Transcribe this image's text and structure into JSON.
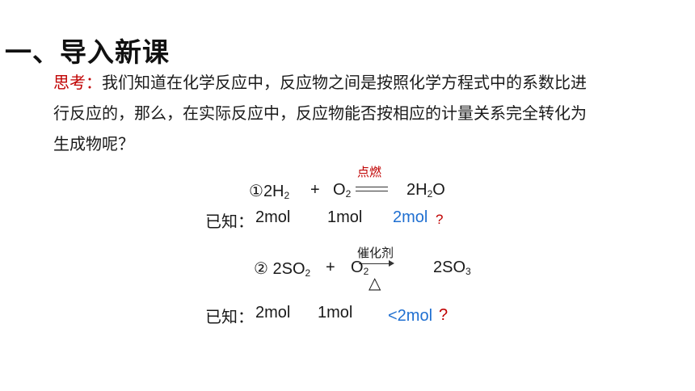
{
  "title": "一、导入新课",
  "question": {
    "label": "思考：",
    "line1": "我们知道在化学反应中，反应物之间是按照化学方程式中的系数比进",
    "line2": "行反应的，那么，在实际反应中，反应物能否按相应的计量关系完全转化为",
    "line3": "生成物呢？"
  },
  "reaction1": {
    "condition": "点燃",
    "num": "①",
    "r1_coef": "2H",
    "r1_sub": "2",
    "plus": "+",
    "r2": "O",
    "r2_sub": "2",
    "p_pre": "2H",
    "p_sub": "2",
    "p_post": "O",
    "known_label": "已知：",
    "amt1": "2mol",
    "amt2": "1mol",
    "amt3": "2mol",
    "qmark": "?"
  },
  "reaction2": {
    "catalyst": "催化剂",
    "heat": "△",
    "num": "②",
    "r1": "2SO",
    "r1_sub": "2",
    "plus": "+",
    "r2": "O",
    "r2_sub": "2",
    "p": "2SO",
    "p_sub": "3",
    "known_label": "已知：",
    "amt1": "2mol",
    "amt2": "1mol",
    "amt3": "<2mol",
    "qmark": "?"
  },
  "colors": {
    "label_red": "#c00000",
    "answer_blue": "#1f6fd1",
    "text": "#1a1a1a"
  }
}
